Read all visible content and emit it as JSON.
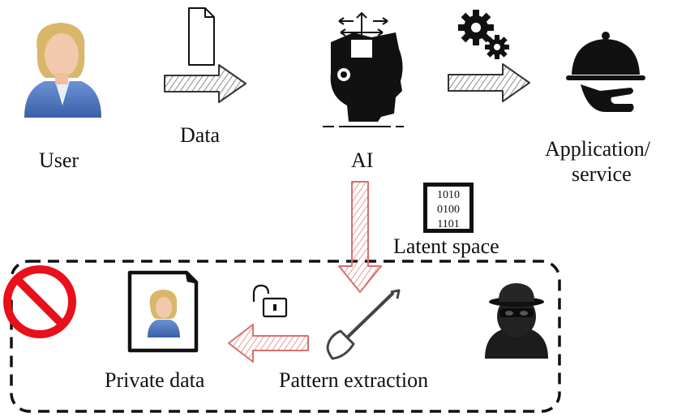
{
  "labels": {
    "user": "User",
    "data": "Data",
    "ai": "AI",
    "application_line1": "Application/",
    "application_line2": "service",
    "latent_space": "Latent space",
    "private_data": "Private data",
    "pattern_extraction": "Pattern extraction"
  },
  "latent_bits": [
    "1010",
    "0100",
    "1101"
  ],
  "icons": {
    "user": "user-avatar-icon",
    "document": "document-icon",
    "ai": "ai-head-icon",
    "gears": "gears-icon",
    "service": "cloche-service-icon",
    "prohibited": "prohibited-icon",
    "private_document": "private-document-icon",
    "unlock": "unlock-icon",
    "shovel": "shovel-icon",
    "attacker": "attacker-icon"
  },
  "colors": {
    "flow_arrow": "#7a7a7a",
    "attack_arrow": "#e08a8a",
    "prohibited": "#e8101a",
    "ink": "#111111",
    "skin": "#f3c9ad",
    "hair": "#d9b76a",
    "suit": "#4f79c2"
  }
}
